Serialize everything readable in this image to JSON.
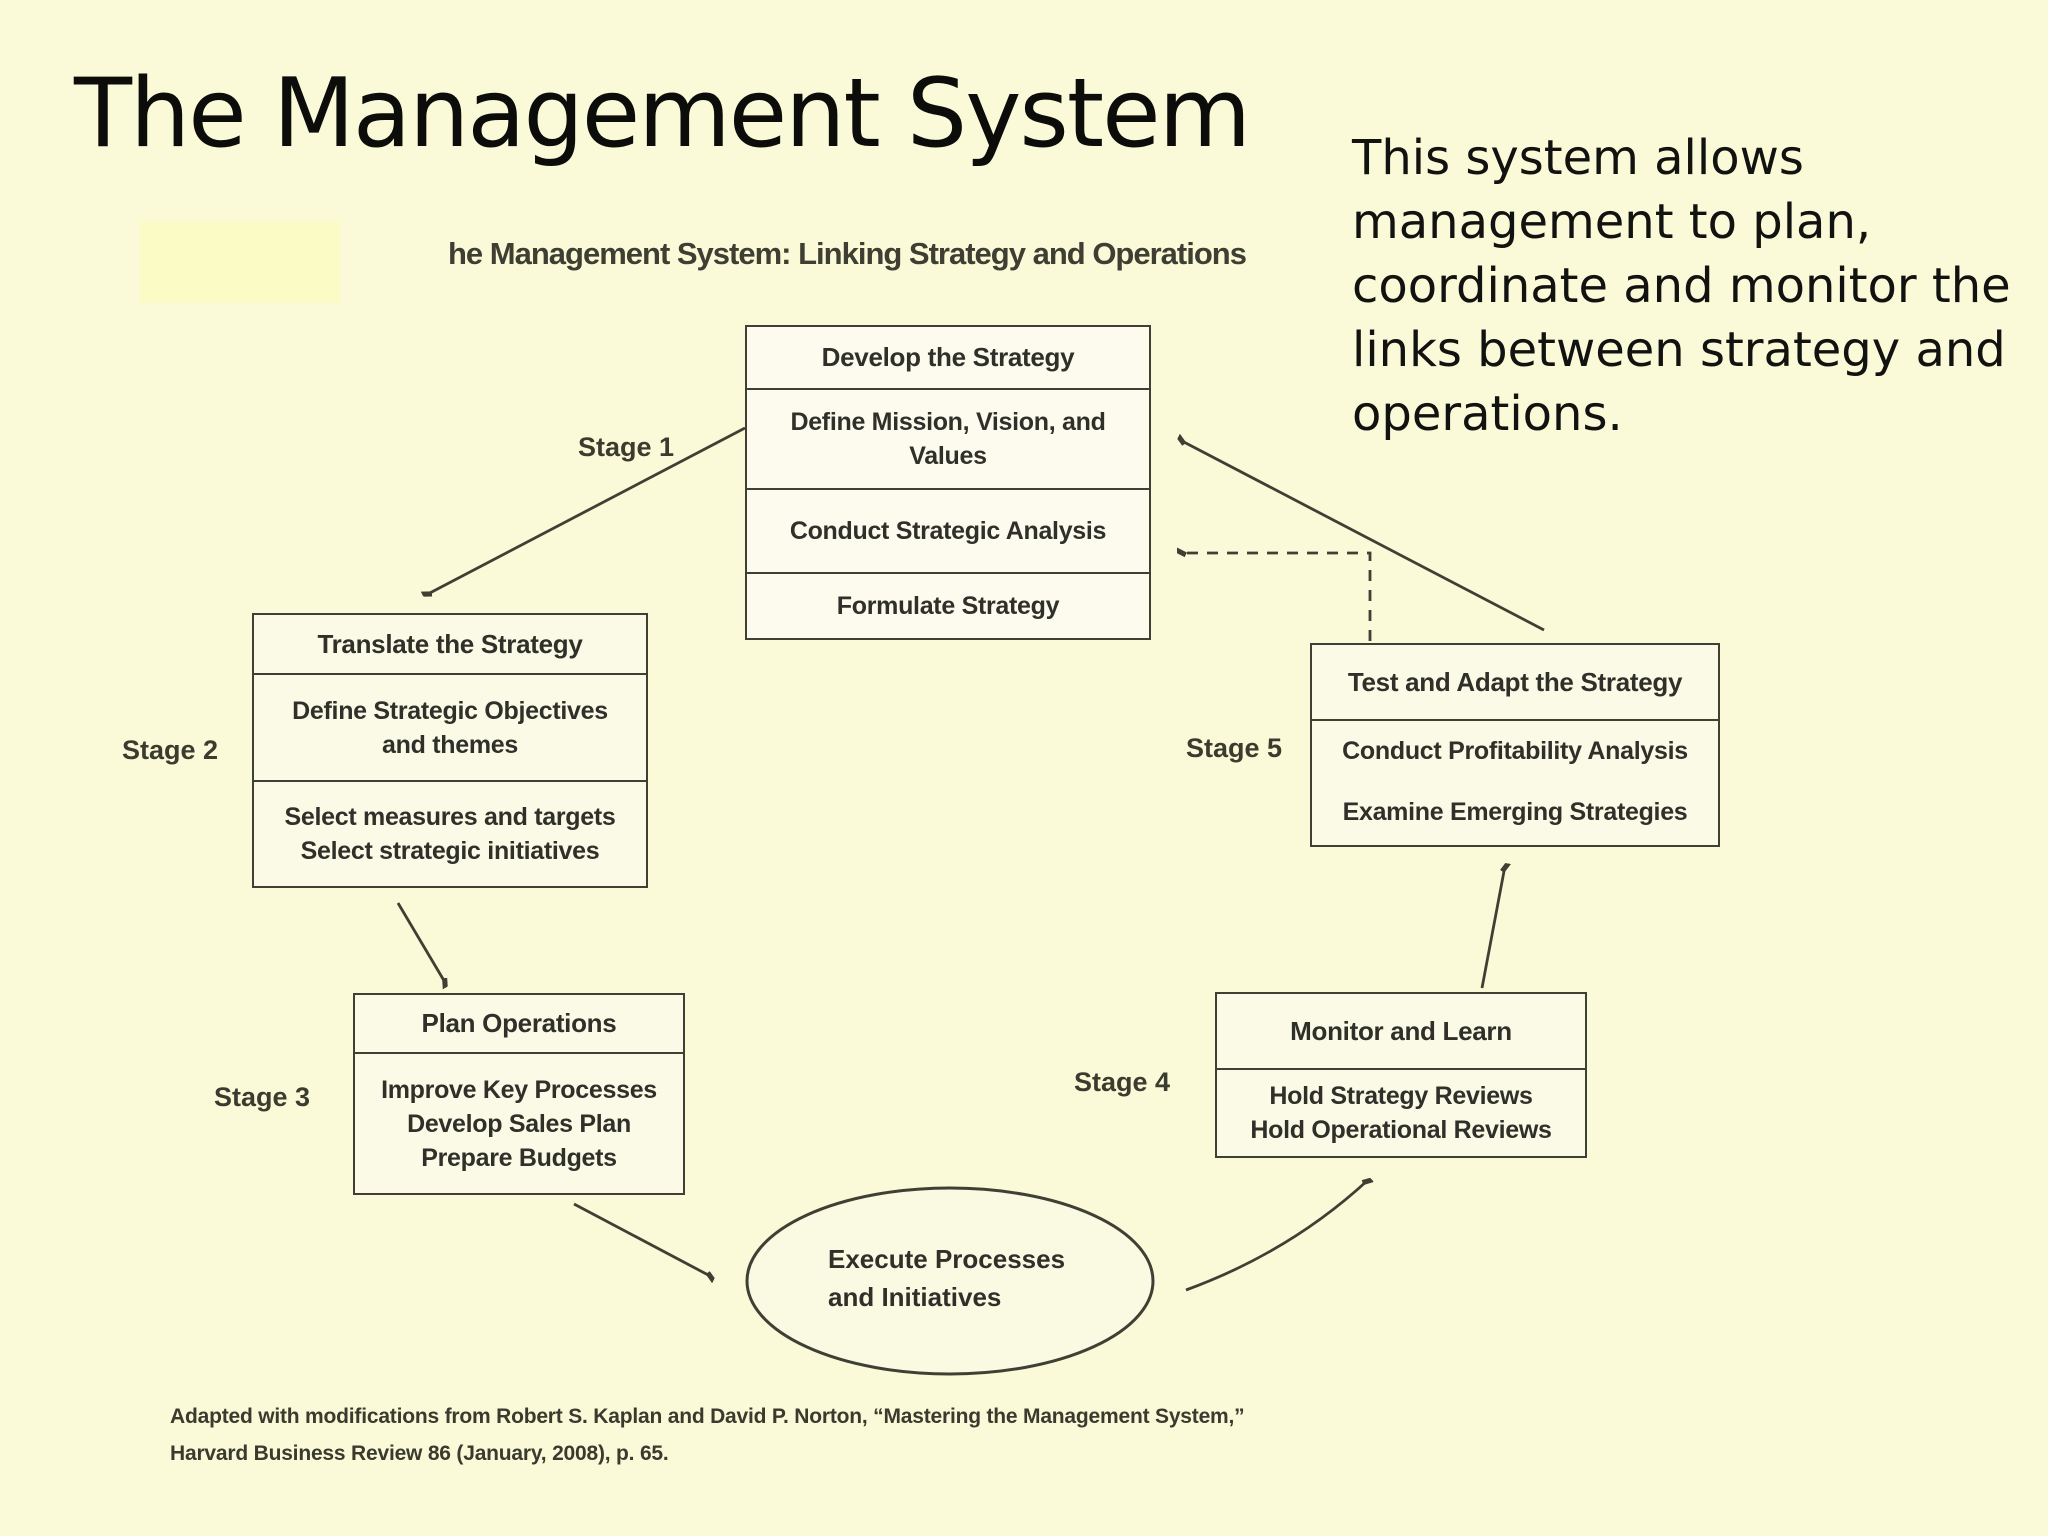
{
  "slide": {
    "title": "The Management System",
    "side_note": "This system allows management to plan, coordinate and monitor the links between strategy and operations.",
    "background_color": "#fafad8"
  },
  "figure": {
    "heading": "he Management System: Linking Strategy and Operations",
    "stages": [
      {
        "label": "Stage 1",
        "title": "Develop the Strategy",
        "items": [
          "Define Mission, Vision, and Values",
          "Conduct Strategic Analysis",
          "Formulate Strategy"
        ]
      },
      {
        "label": "Stage 2",
        "title": "Translate the Strategy",
        "items": [
          "Define Strategic Objectives and themes",
          "Select measures and targets\nSelect strategic initiatives"
        ]
      },
      {
        "label": "Stage 3",
        "title": "Plan Operations",
        "items": [
          "Improve Key Processes\nDevelop Sales Plan\nPrepare Budgets"
        ]
      },
      {
        "label": "Stage 4",
        "title": "Monitor and Learn",
        "items": [
          "Hold Strategy Reviews\nHold Operational Reviews"
        ]
      },
      {
        "label": "Stage 5",
        "title": "Test and Adapt the Strategy",
        "items": [
          "Conduct Profitability Analysis",
          "Examine Emerging Strategies"
        ]
      }
    ],
    "ellipse_text": "Execute Processes\nand Initiatives",
    "citation_line1": "Adapted with modifications from Robert S. Kaplan and David P. Norton, “Mastering the Management System,”",
    "citation_line2": "Harvard Business Review 86 (January, 2008), p. 65.",
    "line_color": "#3f3f33"
  }
}
